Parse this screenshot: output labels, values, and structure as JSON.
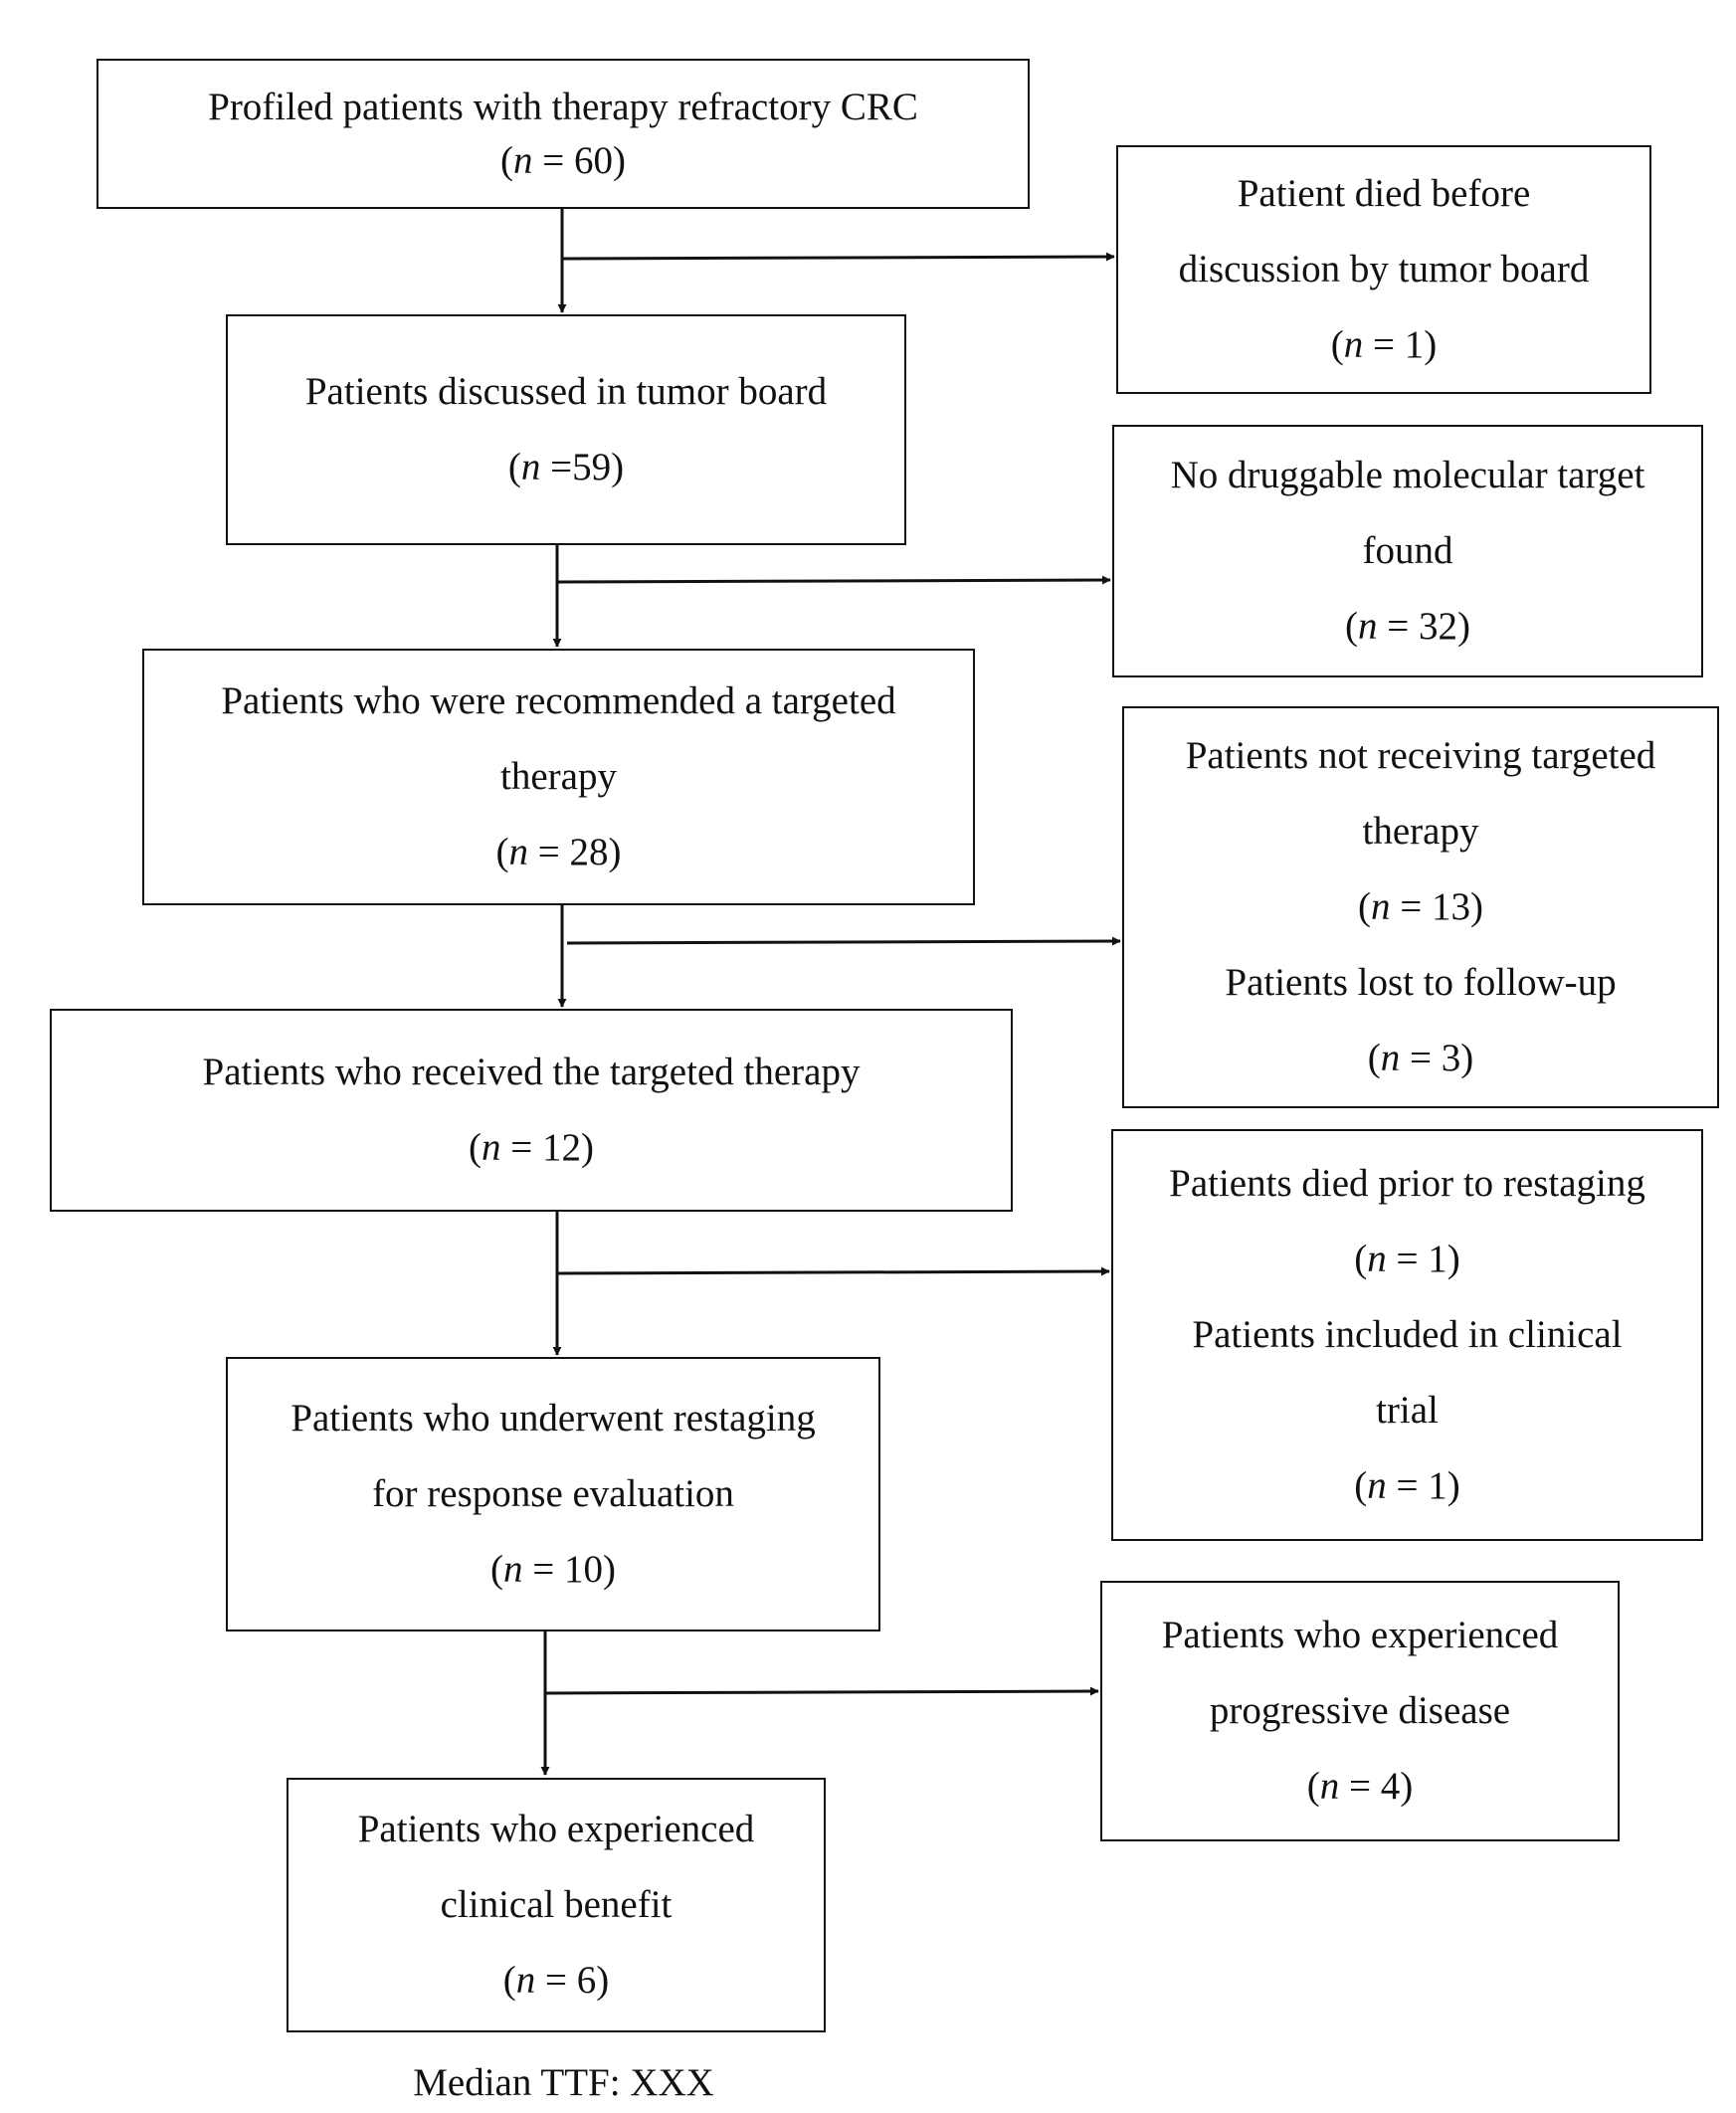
{
  "main_flow": [
    {
      "lines": [
        "Profiled patients with therapy refractory CRC"
      ],
      "n_label": "n",
      "n_value": "60"
    },
    {
      "lines": [
        "Patients discussed in tumor board"
      ],
      "n_label": "n",
      "n_value": "59",
      "eq": " =",
      "tight": true
    },
    {
      "lines": [
        "Patients who were recommended a targeted",
        "therapy"
      ],
      "n_label": "n",
      "n_value": "28"
    },
    {
      "lines": [
        "Patients who received the targeted therapy"
      ],
      "n_label": "n",
      "n_value": "12"
    },
    {
      "lines": [
        "Patients who underwent restaging",
        "for response evaluation"
      ],
      "n_label": "n",
      "n_value": "10"
    },
    {
      "lines": [
        "Patients who experienced",
        "clinical benefit"
      ],
      "n_label": "n",
      "n_value": "6"
    }
  ],
  "exclusions": [
    {
      "groups": [
        {
          "lines": [
            "Patient died before",
            "discussion by tumor board"
          ],
          "n_label": "n",
          "n_value": "1"
        }
      ]
    },
    {
      "groups": [
        {
          "lines": [
            "No druggable molecular target",
            "found"
          ],
          "n_label": "n",
          "n_value": "32"
        }
      ]
    },
    {
      "groups": [
        {
          "lines": [
            "Patients not receiving targeted",
            "therapy"
          ],
          "n_label": "n",
          "n_value": "13"
        },
        {
          "lines": [
            "Patients lost to follow-up"
          ],
          "n_label": "n",
          "n_value": "3"
        }
      ]
    },
    {
      "groups": [
        {
          "lines": [
            "Patients died prior to restaging"
          ],
          "n_label": "n",
          "n_value": "1"
        },
        {
          "lines": [
            "Patients included in clinical",
            "trial"
          ],
          "n_label": "n",
          "n_value": "1"
        }
      ]
    },
    {
      "groups": [
        {
          "lines": [
            "Patients who experienced",
            "progressive disease"
          ],
          "n_label": "n",
          "n_value": "4"
        }
      ]
    }
  ],
  "footer": {
    "text": "Median TTF: XXX"
  }
}
